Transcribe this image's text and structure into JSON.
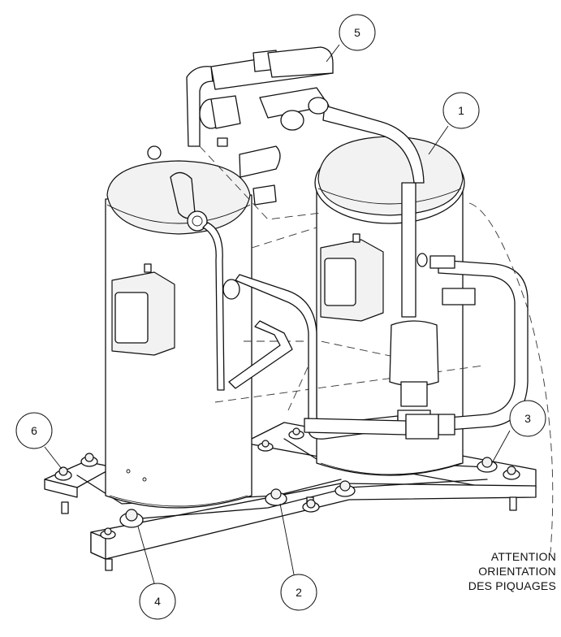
{
  "callouts": [
    {
      "id": "1",
      "label": "1"
    },
    {
      "id": "2",
      "label": "2"
    },
    {
      "id": "3",
      "label": "3"
    },
    {
      "id": "4",
      "label": "4"
    },
    {
      "id": "5",
      "label": "5"
    },
    {
      "id": "6",
      "label": "6"
    }
  ],
  "note": {
    "line1": "ATTENTION",
    "line2": "ORIENTATION",
    "line3": "DES PIQUAGES"
  }
}
